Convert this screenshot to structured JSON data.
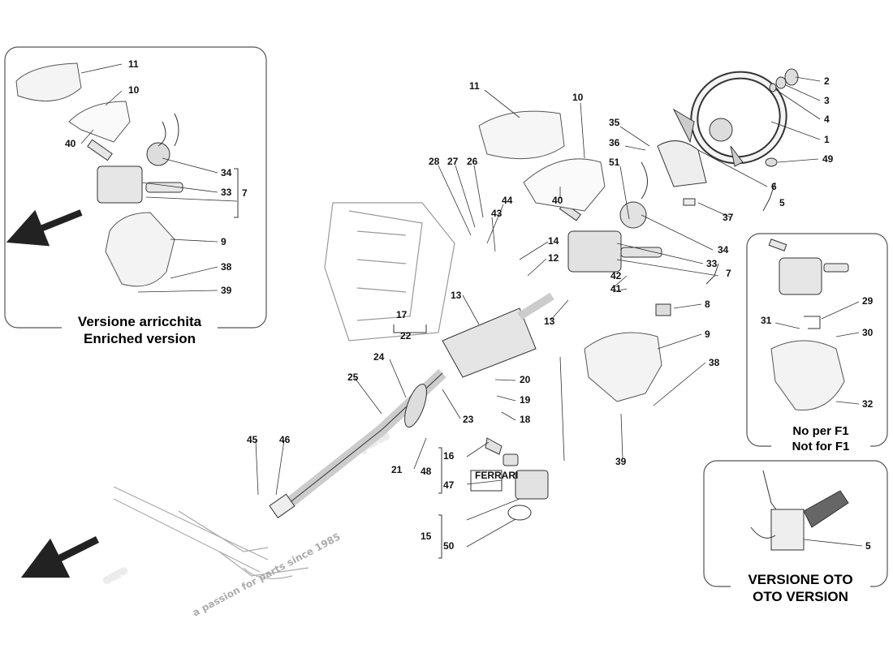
{
  "watermark": {
    "brand": "euro",
    "brand_suffix": "spares",
    "tagline": "a passion for parts since 1985"
  },
  "callouts": {
    "c1": "1",
    "c2": "2",
    "c3": "3",
    "c4": "4",
    "c5": "5",
    "c6": "6",
    "c7": "7",
    "c8": "8",
    "c9": "9",
    "c10": "10",
    "c11": "11",
    "c12": "12",
    "c13": "13",
    "c14": "14",
    "c15": "15",
    "c16": "16",
    "c17": "17",
    "c18": "18",
    "c19": "19",
    "c20": "20",
    "c21": "21",
    "c22": "22",
    "c23": "23",
    "c24": "24",
    "c25": "25",
    "c26": "26",
    "c27": "27",
    "c28": "28",
    "c29": "29",
    "c30": "30",
    "c31": "31",
    "c32": "32",
    "c33": "33",
    "c34": "34",
    "c35": "35",
    "c36": "36",
    "c37": "37",
    "c38": "38",
    "c39": "39",
    "c40": "40",
    "c41": "41",
    "c42": "42",
    "c43": "43",
    "c44": "44",
    "c45": "45",
    "c46": "46",
    "c47": "47",
    "c48": "48",
    "c49": "49",
    "c50": "50",
    "c51": "51"
  },
  "panels": {
    "enriched": {
      "title_it": "Versione arricchita",
      "title_en": "Enriched version"
    },
    "no_f1": {
      "title_it": "No per F1",
      "title_en": "Not for F1"
    },
    "oto": {
      "title_it": "VERSIONE OTO",
      "title_en": "OTO VERSION"
    }
  },
  "badge_text": "FERRARI"
}
